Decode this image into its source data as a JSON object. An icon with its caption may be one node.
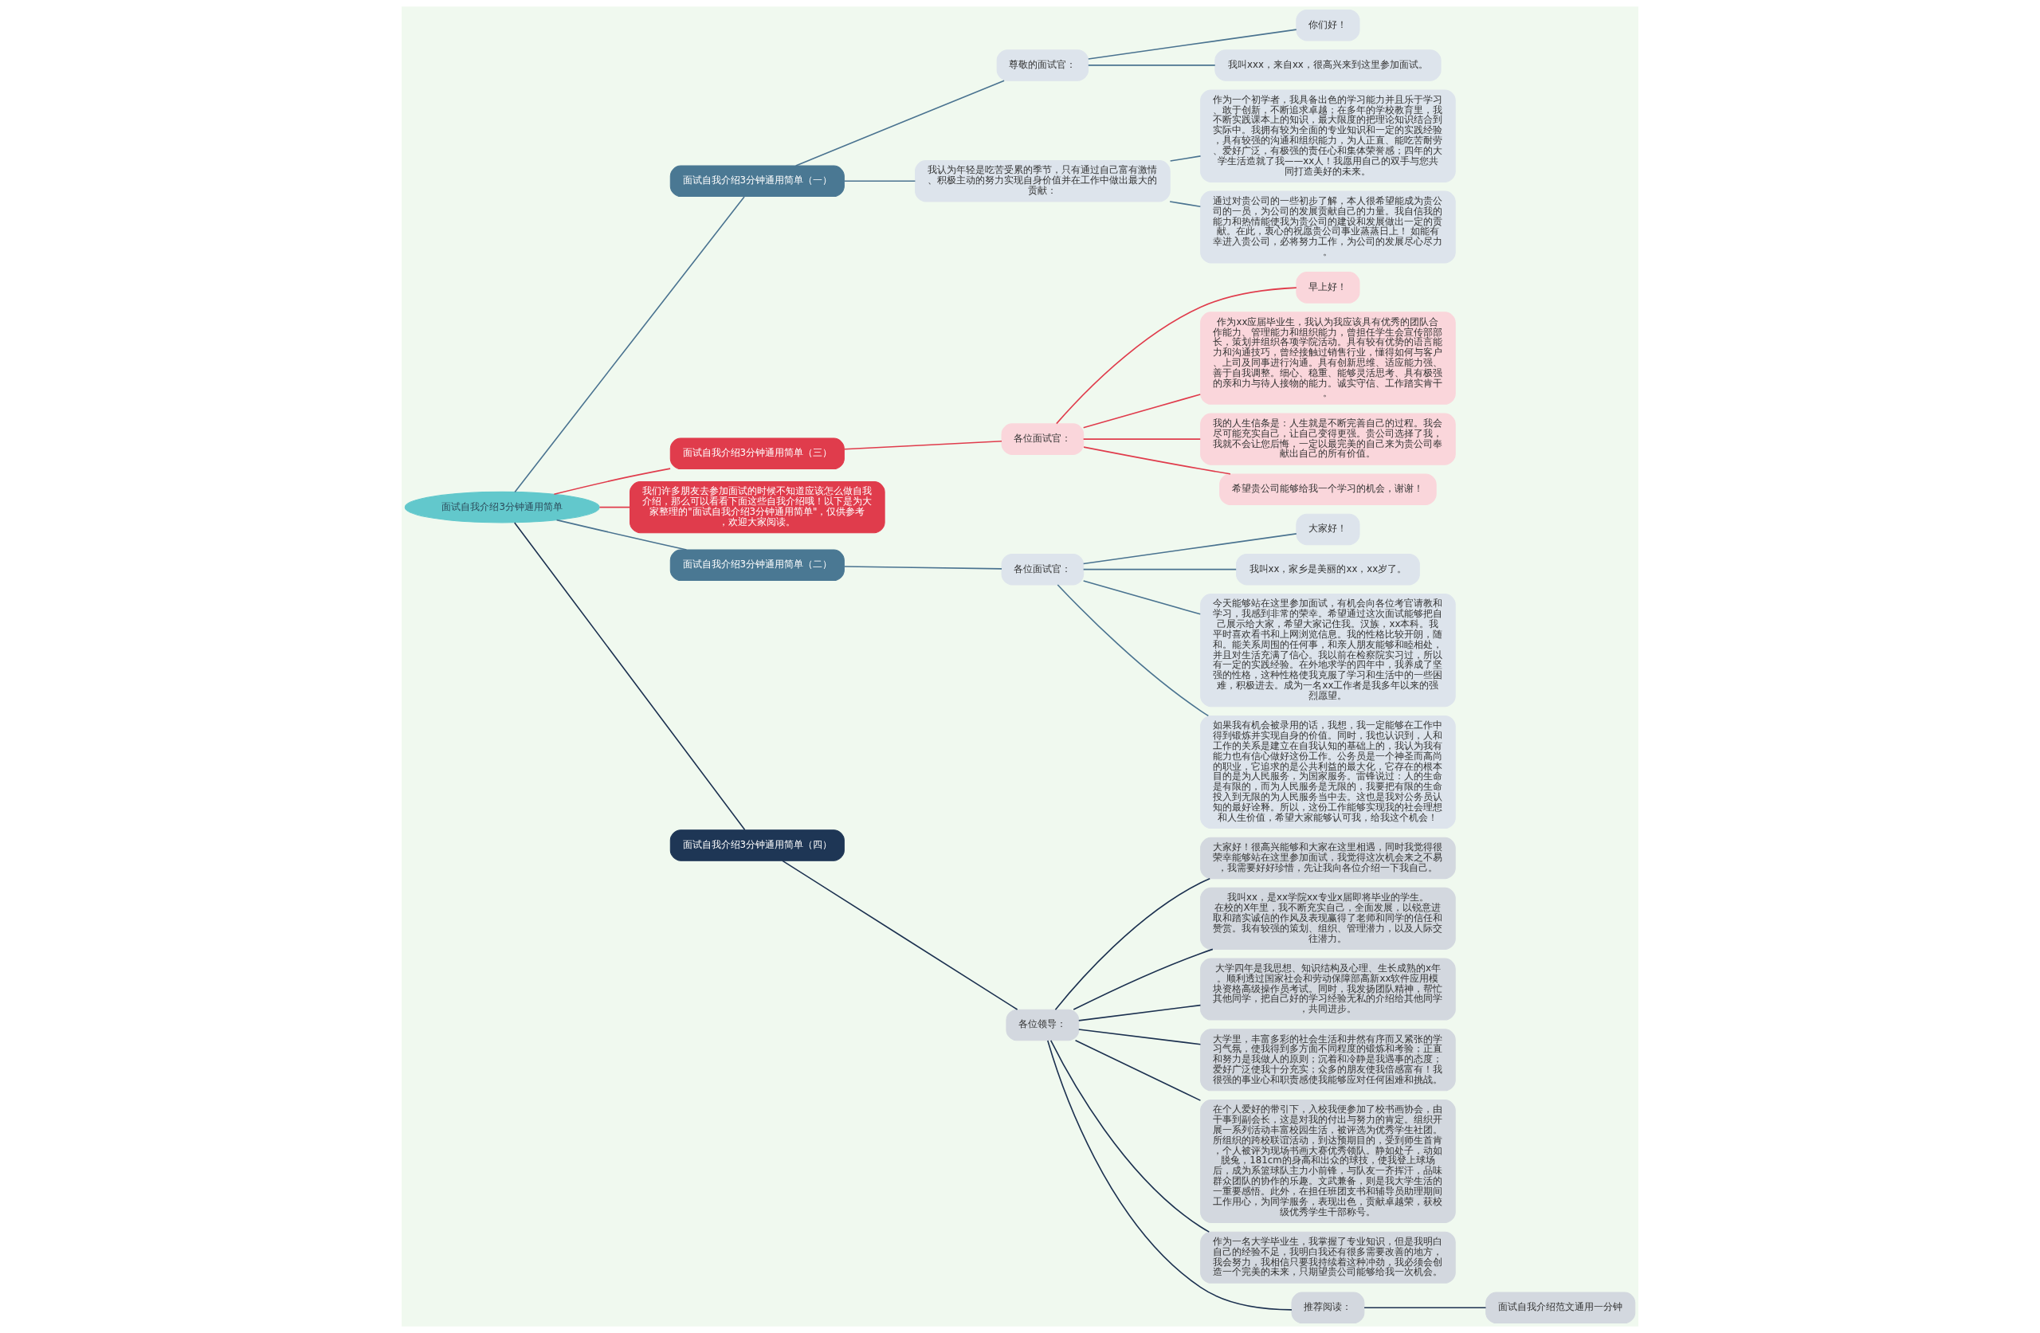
{
  "diagram": {
    "nodes": [
      {
        "text": [
          "面试自我介绍3分钟通用简单"
        ]
      },
      {
        "text": [
          "面试自我介绍3分钟通用简单（一）"
        ]
      },
      {
        "text": [
          "尊敬的面试官："
        ]
      },
      {
        "text": [
          "你们好！"
        ]
      },
      {
        "text": [
          "我叫xxx，来自xx，很高兴来到这里参加面试。"
        ]
      },
      {
        "text": [
          "我认为年轻是吃苦受累的季节，只有通过自己富有激情、积极主动的努力实现自身价值并在工作中做出最大的贡献："
        ]
      },
      {
        "text": [
          "作为一个初学者，我具备出色的学习能力并且乐于学习、敢于创新，不断追求卓越；在多年的学校教育里，我不断实践课本上的知识，最大限度的把理论知识结合到实际中。我拥有较为全面的专业知识和一定的实践经验，具有较强的沟通和组织能力，为人正直、能吃苦耐劳、爱好广泛，有极强的责任心和集体荣誉感；四年的大学生活造就了我——xx人！我愿用自己的双手与您共同打造美好的未来。"
        ]
      },
      {
        "text": [
          "通过对贵公司的一些初步了解，本人很希望能成为贵公司的一员，为公司的发展贡献自己的力量。我自信我的能力和热情能使我为贵公司的建设和发展做出一定的贡献。在此，衷心的祝愿贵公司事业蒸蒸日上！ 如能有幸进入贵公司，必将努力工作，为公司的发展尽心尽力。"
        ]
      },
      {
        "text": [
          "面试自我介绍3分钟通用简单（三）"
        ]
      },
      {
        "text": [
          "各位面试官："
        ]
      },
      {
        "text": [
          "早上好！"
        ]
      },
      {
        "text": [
          "作为xx应届毕业生，我认为我应该具有优秀的团队合作能力、管理能力和组织能力，曾担任学生会宣传部部长，策划并组织各项学院活动。具有较有优势的语言能力和沟通技巧，曾经接触过销售行业，懂得如何与客户、上司及同事进行沟通。具有创新思维、适应能力强、善于自我调整。细心、稳重、能够灵活思考、具有极强的亲和力与待人接物的能力。诚实守信、工作踏实肯干。"
        ]
      },
      {
        "text": [
          "我的人生信条是：人生就是不断完善自己的过程。我会尽可能充实自己，让自己变得更强。贵公司选择了我，我就不会让您后悔，一定以最完美的自己来为贵公司奉献出自己的所有价值。"
        ]
      },
      {
        "text": [
          "希望贵公司能够给我一个学习的机会，谢谢！"
        ]
      },
      {
        "text": [
          "我们许多朋友去参加面试的时候不知道应该怎么做自我介绍，那么可以看看下面这些自我介绍哦！以下是为大家整理的\"面试自我介绍3分钟通用简单\"，仅供参考，欢迎大家阅读。"
        ]
      },
      {
        "text": [
          "面试自我介绍3分钟通用简单（二）"
        ]
      },
      {
        "text": [
          "各位面试官："
        ]
      },
      {
        "text": [
          "大家好！"
        ]
      },
      {
        "text": [
          "我叫xx，家乡是美丽的xx，xx岁了。"
        ]
      },
      {
        "text": [
          "今天能够站在这里参加面试，有机会向各位考官请教和学习，我感到非常的荣幸。希望通过这次面试能够把自己展示给大家，希望大家记住我。汉族，xx本科。我平时喜欢看书和上网浏览信息。我的性格比较开朗，随和。能关系周围的任何事，和亲人朋友能够和睦相处，并且对生活充满了信心。我以前在检察院实习过，所以有一定的实践经验。在外地求学的四年中，我养成了坚强的性格，这种性格使我克服了学习和生活中的一些困难，积极进去。成为一名xx工作者是我多年以来的强烈愿望。"
        ]
      },
      {
        "text": [
          "如果我有机会被录用的话，我想，我一定能够在工作中得到锻炼并实现自身的价值。同时，我也认识到，人和工作的关系是建立在自我认知的基础上的，我认为我有能力也有信心做好这份工作。公务员是一个神圣而高尚的职业，它追求的是公共利益的最大化，它存在的根本目的是为人民服务，为国家服务。雷锋说过：人的生命是有限的，而为人民服务是无限的，我要把有限的生命投入到无限的为人民服务当中去。这也是我对公务员认知的最好诠释。所以，这份工作能够实现我的社会理想和人生价值，希望大家能够认可我，给我这个机会！"
        ]
      },
      {
        "text": [
          "面试自我介绍3分钟通用简单（四）"
        ]
      },
      {
        "text": [
          "各位领导："
        ]
      },
      {
        "text": [
          "大家好！很高兴能够和大家在这里相遇，同时我觉得很荣幸能够站在这里参加面试，我觉得这次机会来之不易，我需要好好珍惜，先让我向各位介绍一下我自己。"
        ]
      },
      {
        "text": [
          "我叫xx，是xx学院xx专业x届即将毕业的学生。在校的X年里，我不断充实自己，全面发展，以锐意进取和踏实诚信的作风及表现赢得了老师和同学的信任和赞赏。我有较强的策划、组织、管理潜力，以及人际交往潜力。"
        ]
      },
      {
        "text": [
          "大学四年是我思想、知识结构及心理、生长成熟的x年。顺利透过国家社会和劳动保障部高新xx软件应用模块资格高级操作员考试。同时，我发扬团队精神，帮忙其他同学，把自己好的学习经验无私的介绍给其他同学，共同进步。"
        ]
      },
      {
        "text": [
          "大学里，丰富多彩的社会生活和井然有序而又紧张的学习气氛，使我得到多方面不同程度的锻炼和考验；正直和努力是我做人的原则；沉着和冷静是我遇事的态度；爱好广泛使我十分充实；众多的朋友使我倍感富有！我很强的事业心和职责感使我能够应对任何困难和挑战。"
        ]
      },
      {
        "text": [
          "在个人爱好的带引下，入校我便参加了校书画协会，由干事到副会长，这是对我的付出与努力的肯定。组织开展一系列活动丰富校园生活，被评选为优秀学生社团。所组织的跨校联谊活动，到达预期目的，受到师生首肯，个人被评为现场书画大赛优秀领队。静如处子，动如脱兔，181cm的身高和出众的球技，使我登上球场后，成为系篮球队主力小前锋，与队友一齐挥汗，品味群众团队的协作的乐趣。文武兼备，则是我大学生活的一重要感悟。此外，在担任班团支书和辅导员助理期间工作用心，为同学服务，表现出色，贡献卓越荣，获校级优秀学生干部称号。"
        ]
      },
      {
        "text": [
          "作为一名大学毕业生，我掌握了专业知识，但是我明白自己的经验不足，我明白我还有很多需要改善的地方，我会努力，我相信只要我持续着这种冲劲，我必须会创造一个完美的未来，只期望贵公司能够给我一次机会。"
        ]
      },
      {
        "text": [
          "推荐阅读："
        ]
      },
      {
        "text": [
          "面试自我介绍范文通用一分钟"
        ]
      }
    ],
    "edges": [
      {
        "from": 0,
        "to": 1,
        "arrow": "none",
        "color": "#4a7390"
      },
      {
        "from": 1,
        "to": 2,
        "arrow": "none",
        "color": "#4a7390"
      },
      {
        "from": 2,
        "to": 3,
        "arrow": "none",
        "color": "#4a7390"
      },
      {
        "from": 2,
        "to": 4,
        "arrow": "none",
        "color": "#4a7390"
      },
      {
        "from": 1,
        "to": 5,
        "arrow": "none",
        "color": "#4a7390"
      },
      {
        "from": 5,
        "to": 6,
        "arrow": "none",
        "color": "#4a7390"
      },
      {
        "from": 5,
        "to": 7,
        "arrow": "none",
        "color": "#4a7390"
      },
      {
        "from": 0,
        "to": 8,
        "arrow": "none",
        "color": "#e03c4c"
      },
      {
        "from": 8,
        "to": 9,
        "arrow": "none",
        "color": "#e03c4c"
      },
      {
        "from": 9,
        "to": 10,
        "arrow": "none",
        "color": "#e03c4c"
      },
      {
        "from": 9,
        "to": 11,
        "arrow": "none",
        "color": "#e03c4c"
      },
      {
        "from": 9,
        "to": 12,
        "arrow": "none",
        "color": "#e03c4c"
      },
      {
        "from": 9,
        "to": 13,
        "arrow": "none",
        "color": "#e03c4c"
      },
      {
        "from": 0,
        "to": 14,
        "arrow": "none",
        "color": "#e03c4c"
      },
      {
        "from": 0,
        "to": 15,
        "arrow": "none",
        "color": "#4a7390"
      },
      {
        "from": 15,
        "to": 16,
        "arrow": "none",
        "color": "#4a7390"
      },
      {
        "from": 16,
        "to": 17,
        "arrow": "none",
        "color": "#4a7390"
      },
      {
        "from": 16,
        "to": 18,
        "arrow": "none",
        "color": "#4a7390"
      },
      {
        "from": 16,
        "to": 19,
        "arrow": "none",
        "color": "#4a7390"
      },
      {
        "from": 16,
        "to": 20,
        "arrow": "none",
        "color": "#4a7390"
      },
      {
        "from": 0,
        "to": 21,
        "arrow": "none",
        "color": "#1c3150"
      },
      {
        "from": 21,
        "to": 22,
        "arrow": "none",
        "color": "#1c3150"
      },
      {
        "from": 22,
        "to": 23,
        "arrow": "none",
        "color": "#1c3150"
      },
      {
        "from": 22,
        "to": 24,
        "arrow": "none",
        "color": "#1c3150"
      },
      {
        "from": 22,
        "to": 25,
        "arrow": "none",
        "color": "#1c3150"
      },
      {
        "from": 22,
        "to": 26,
        "arrow": "none",
        "color": "#1c3150"
      },
      {
        "from": 22,
        "to": 27,
        "arrow": "none",
        "color": "#1c3150"
      },
      {
        "from": 22,
        "to": 28,
        "arrow": "none",
        "color": "#1c3150"
      },
      {
        "from": 22,
        "to": 29,
        "arrow": "none",
        "color": "#1c3150"
      },
      {
        "from": 29,
        "to": 30,
        "arrow": "none",
        "color": "#1c3150"
      }
    ]
  }
}
